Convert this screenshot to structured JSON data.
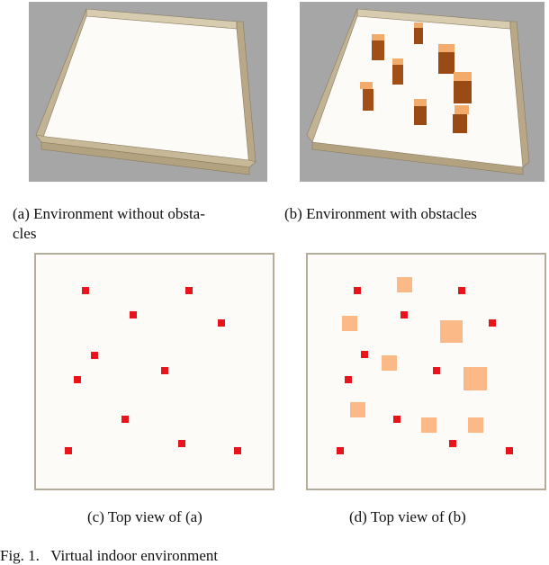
{
  "figure": {
    "captions": {
      "a_line1": "(a) Environment without obsta-",
      "a_line2": "cles",
      "b": "(b) Environment with obstacles",
      "c": "(c) Top view of (a)",
      "d": "(d) Top view of (b)"
    },
    "fig_label": "Fig. 1.",
    "fig_text": "Virtual indoor environment"
  },
  "colors": {
    "background_3d": "#a6a6a6",
    "floor": "#fdfbf8",
    "wall": "#c2b394",
    "obstacle_top": "#f2ab6a",
    "obstacle_side": "#9a4a14",
    "marker": "#e8141b",
    "obstacle_topview": "#fab987"
  }
}
